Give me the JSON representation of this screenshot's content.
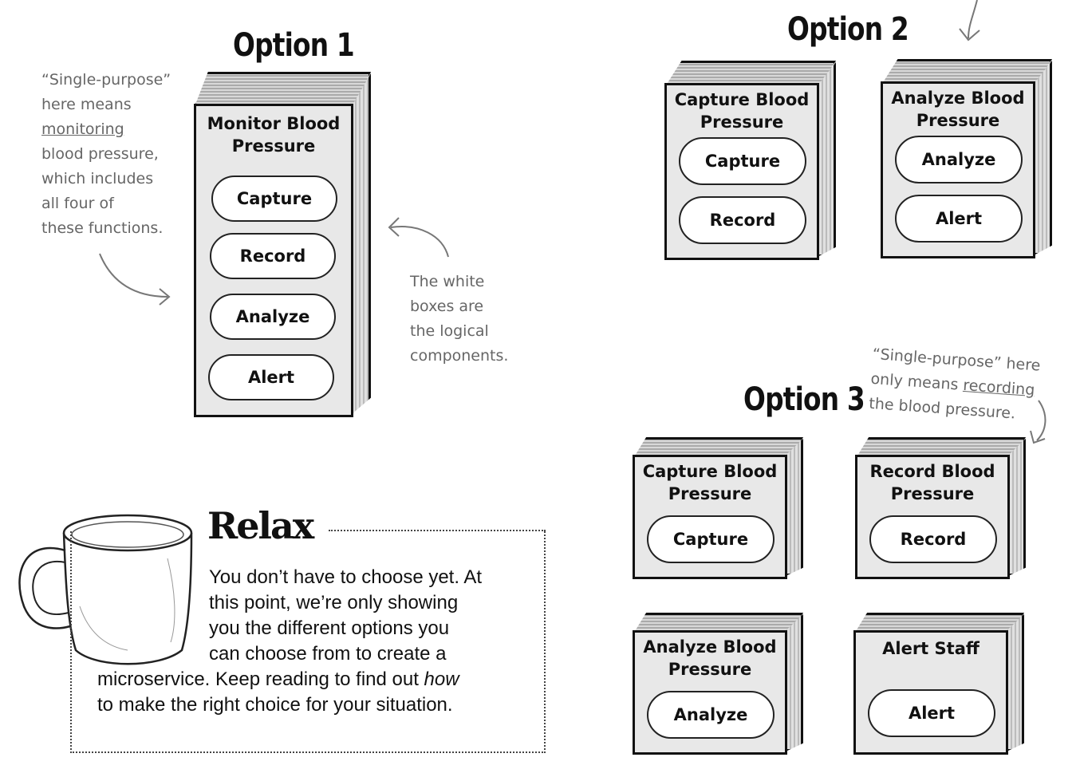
{
  "option1": {
    "title": "Option 1",
    "box_label": "Monitor Blood\nPressure",
    "functions": [
      "Capture",
      "Record",
      "Analyze",
      "Alert"
    ]
  },
  "option2": {
    "title": "Option 2",
    "boxes": [
      {
        "label": "Capture Blood\nPressure",
        "functions": [
          "Capture",
          "Record"
        ]
      },
      {
        "label": "Analyze Blood\nPressure",
        "functions": [
          "Analyze",
          "Alert"
        ]
      }
    ]
  },
  "option3": {
    "title": "Option 3",
    "boxes": [
      {
        "label": "Capture Blood\nPressure",
        "functions": [
          "Capture"
        ]
      },
      {
        "label": "Record Blood\nPressure",
        "functions": [
          "Record"
        ]
      },
      {
        "label": "Analyze Blood\nPressure",
        "functions": [
          "Analyze"
        ]
      },
      {
        "label": "Alert Staff",
        "functions": [
          "Alert"
        ]
      }
    ]
  },
  "annotations": {
    "left_note_1": "“Single-purpose”",
    "left_note_2": "here means",
    "left_note_3": "monitoring",
    "left_note_4": "blood pressure,",
    "left_note_5": "which includes",
    "left_note_6": "all four of",
    "left_note_7": "these functions.",
    "mid_note": "The white\nboxes are\nthe logical\ncomponents.",
    "right_note_1": "“Single-purpose” here",
    "right_note_2a": "only means ",
    "right_note_2b": "recording",
    "right_note_3": "the blood pressure."
  },
  "relax": {
    "title": "Relax",
    "line1": "You don’t have to choose yet. At",
    "line2": "this point, we’re only showing",
    "line3": "you the different options you",
    "line4": "can choose from to create a",
    "line5_a": "microservice. Keep reading to find out ",
    "line5_b": "how",
    "line6": "to make the right choice for your situation."
  }
}
